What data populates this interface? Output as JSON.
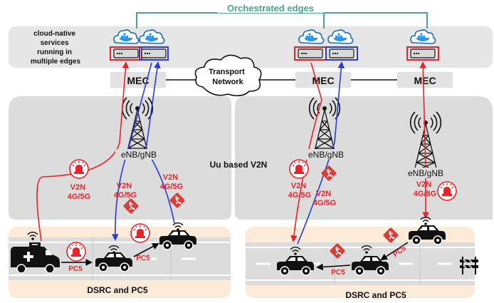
{
  "labels": {
    "orchestrated": "Orchestrated edges",
    "cloud_native": [
      "cloud-native",
      "services",
      "running in",
      "multiple edges"
    ],
    "mec": "MEC",
    "transport": [
      "Transport",
      "Network"
    ],
    "enb": "eNB/gNB",
    "uu": "Uu based V2N",
    "v2n": "V2N",
    "g45": "4G/5G",
    "pc5": "PC5",
    "dsrc": "DSRC and PC5"
  },
  "colors": {
    "orchestration": "#4aa58c",
    "red_link": "#e8232a",
    "blue_link": "#2a3bd6",
    "cloud_band": "#e6e6e6",
    "cell_area": "#dcdcdc",
    "road_area": "#fcebd9",
    "warning_sign": "#d6403a"
  },
  "icons": [
    "docker-cloud-icon",
    "server-icon",
    "cell-tower-icon",
    "siren-icon",
    "road-works-sign-icon",
    "ambulance-icon",
    "car-icon",
    "wifi-icon",
    "road-barrier-icon"
  ]
}
